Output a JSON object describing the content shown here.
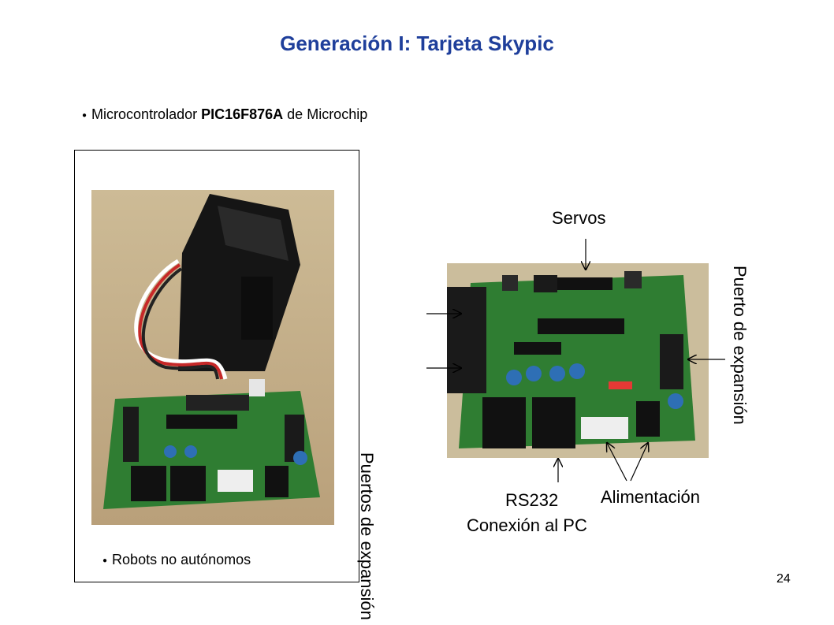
{
  "slide": {
    "title": "Generación I: Tarjeta Skypic",
    "bullet1_prefix": "Microcontrolador ",
    "bullet1_bold": "PIC16F876A",
    "bullet1_suffix": " de Microchip",
    "bullet2": "Robots no autónomos",
    "bullet_glyph": "●",
    "page_number": "24"
  },
  "labels": {
    "servos": "Servos",
    "puerto_expansion": "Puerto de expansión",
    "puertos_expansion_left": "Puertos de expansión",
    "rs232": "RS232",
    "conexion_pc": "Conexión al PC",
    "alimentacion": "Alimentación"
  },
  "colors": {
    "title": "#1f3f9b",
    "pcb_green": "#2f7d32",
    "connector_black": "#1a1a1a"
  }
}
